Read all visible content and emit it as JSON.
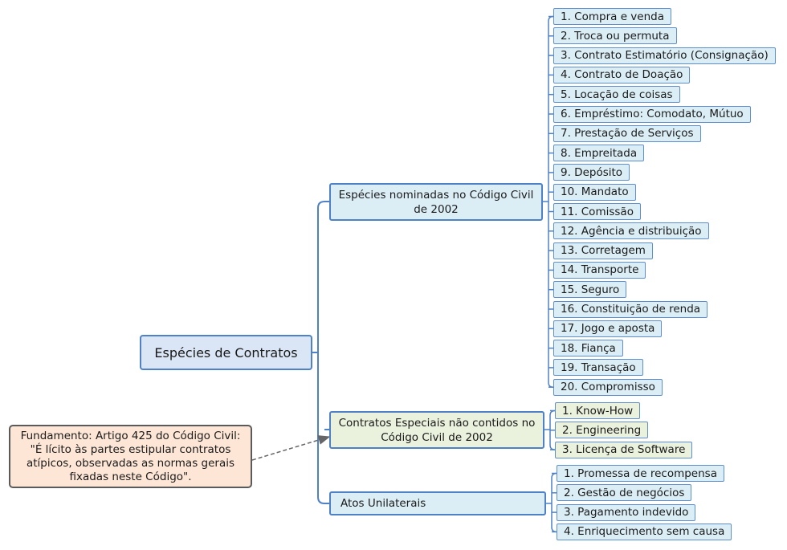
{
  "root": {
    "label": "Espécies de Contratos"
  },
  "branches": [
    {
      "label": "Espécies nominadas no Código Civil de 2002",
      "items": [
        "1. Compra e venda",
        "2. Troca ou permuta",
        "3. Contrato Estimatório (Consignação)",
        "4. Contrato de Doação",
        "5. Locação de coisas",
        "6. Empréstimo: Comodato, Mútuo",
        "7. Prestação de Serviços",
        "8. Empreitada",
        "9. Depósito",
        "10. Mandato",
        "11. Comissão",
        "12. Agência e distribuição",
        "13. Corretagem",
        "14. Transporte",
        "15. Seguro",
        "16. Constituição de renda",
        "17. Jogo e aposta",
        "18. Fiança",
        "19. Transação",
        "20. Compromisso"
      ]
    },
    {
      "label": "Contratos Especiais não contidos no Código Civil de 2002",
      "items": [
        "1. Know-How",
        "2. Engineering",
        "3. Licença de Software"
      ]
    },
    {
      "label": "Atos Unilaterais",
      "items": [
        "1. Promessa de recompensa",
        "2. Gestão de negócios",
        "3. Pagamento indevido",
        "4. Enriquecimento sem causa"
      ]
    }
  ],
  "note": {
    "text": "Fundamento: Artigo 425 do Código Civil: \"É lícito às partes estipular contratos atípicos, observadas as normas gerais fixadas neste Código\"."
  },
  "colors": {
    "line": "#4f81c7",
    "root_fill": "#dae6f5",
    "blue_fill": "#dbeef6",
    "green_fill": "#eaf1dd",
    "note_fill": "#fde6d6",
    "note_border": "#5a5a5a",
    "arrow": "#666666"
  }
}
